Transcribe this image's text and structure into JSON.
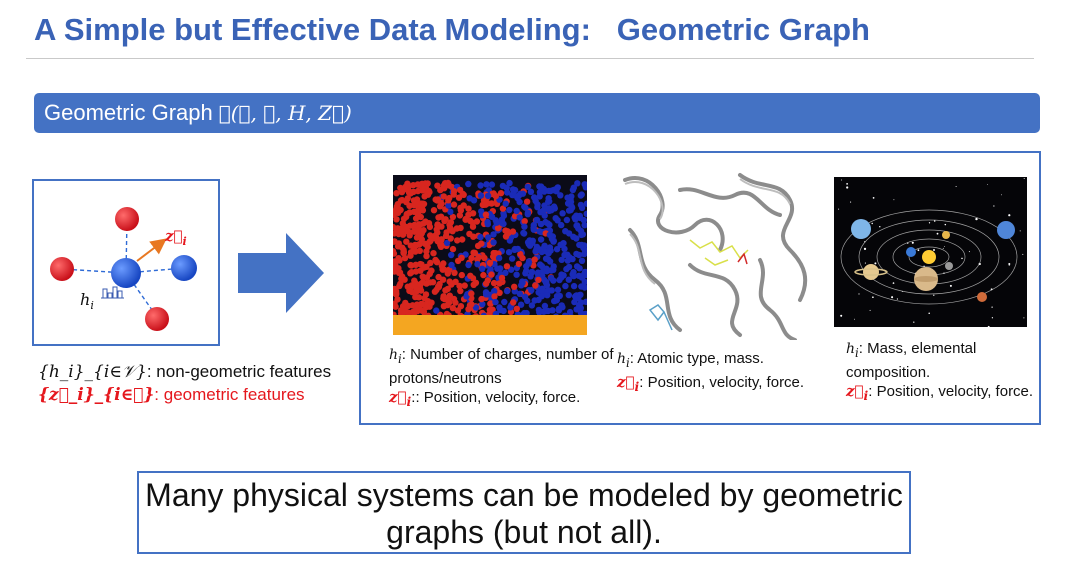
{
  "title": "A Simple but Effective Data Modeling:   Geometric Graph",
  "banner": {
    "text": "Geometric Graph",
    "math": "𝒢(𝒱, ℰ, H, Z⃗)"
  },
  "molecule": {
    "z_label": "z⃗",
    "z_sub": "i",
    "h_label": "h",
    "h_sub": "i",
    "colors": {
      "red_node": "#e0181f",
      "blue_node": "#1f58d8",
      "edge": "#2f6bd6",
      "vector": "#e87822"
    }
  },
  "legend": {
    "line1_math": "{h_i}_{i∈𝒱}",
    "line1_text": ":   non-geometric features",
    "line2_math": "{z⃗_i}_{i∈𝒱}",
    "line2_text": ": geometric features"
  },
  "examples": [
    {
      "h_text": ":   Number of charges, number of protons/neutrons",
      "z_text": "::   Position, velocity, force."
    },
    {
      "h_text": ":   Atomic type, mass.",
      "z_text": ":   Position, velocity, force."
    },
    {
      "h_text": ":  Mass, elemental composition.",
      "z_text": ":   Position, velocity, force."
    }
  ],
  "labels": {
    "h": "h",
    "h_sub": "i",
    "z": "z⃗",
    "z_sub": "i"
  },
  "bottom_statement": "Many physical systems can be modeled by geometric graphs (but not all).",
  "accent_colors": {
    "title": "#3a63b6",
    "banner": "#4472c4",
    "red_text": "#e5171d"
  }
}
